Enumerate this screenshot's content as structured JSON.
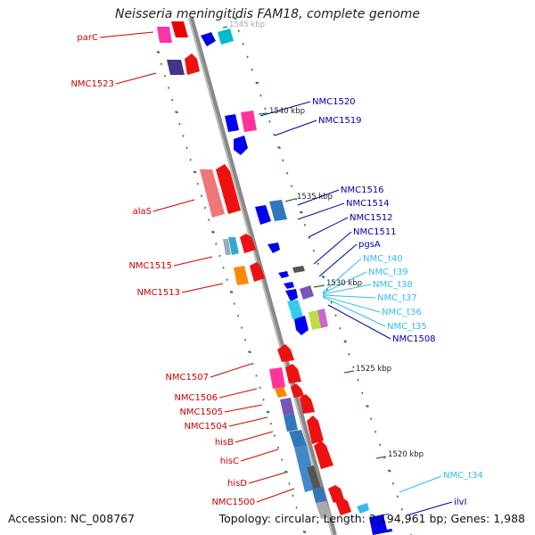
{
  "title": "Neisseria meningitidis FAM18, complete genome",
  "footer": {
    "accession": "Accession: NC_008767",
    "topology": "Topology: circular; Length: 2,194,961 bp; Genes: 1,988"
  },
  "colors": {
    "backbone": "#8a8a8a",
    "label_red": "#cc0000",
    "label_navy": "#0000aa",
    "label_cyan": "#33bbee",
    "tick_green": "#227722"
  },
  "scale_labels": [
    "1545 kbp",
    "1540 kbp",
    "1535 kbp",
    "1530 kbp",
    "1525 kbp",
    "1520 kbp"
  ],
  "labels_left": [
    "parC",
    "NMC1523",
    "alaS",
    "NMC1515",
    "NMC1513",
    "NMC1507",
    "NMC1506",
    "NMC1505",
    "NMC1504",
    "hisB",
    "hisC",
    "hisD",
    "NMC1500"
  ],
  "labels_right_navy": [
    "NMC1520",
    "NMC1519",
    "NMC1516",
    "NMC1514",
    "NMC1512",
    "NMC1511",
    "pgsA"
  ],
  "labels_right_cyan": [
    "NMC_t40",
    "NMC_t39",
    "NMC_t38",
    "NMC_t37",
    "NMC_t36",
    "NMC_t35"
  ],
  "labels_right_extra": {
    "nmc1508": "NMC1508",
    "nmc_t34": "NMC_t34",
    "ilvI": "ilvI"
  }
}
